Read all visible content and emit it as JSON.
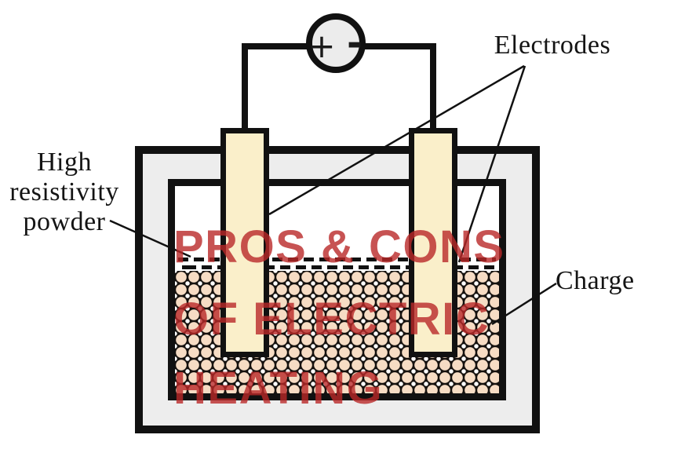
{
  "power_source": {
    "plus_symbol": "+",
    "minus_symbol": "-"
  },
  "labels": {
    "electrodes": "Electrodes",
    "high_resistivity_powder": {
      "line1": "High",
      "line2": "resistivity",
      "line3": "powder"
    },
    "charge": "Charge"
  },
  "watermark": {
    "line1": "PROS & CONS",
    "line2": "OF ELECTRIC",
    "line3": "HEATING"
  },
  "colors": {
    "outline": "#111111",
    "furnace_wall_fill": "#ededed",
    "crucible_fill": "#ffffff",
    "electrode_fill": "#faefca",
    "charge_particle_fill": "#f6dcc4",
    "power_source_fill": "#ececec",
    "watermark_red": "rgba(185,40,40,0.8)"
  }
}
